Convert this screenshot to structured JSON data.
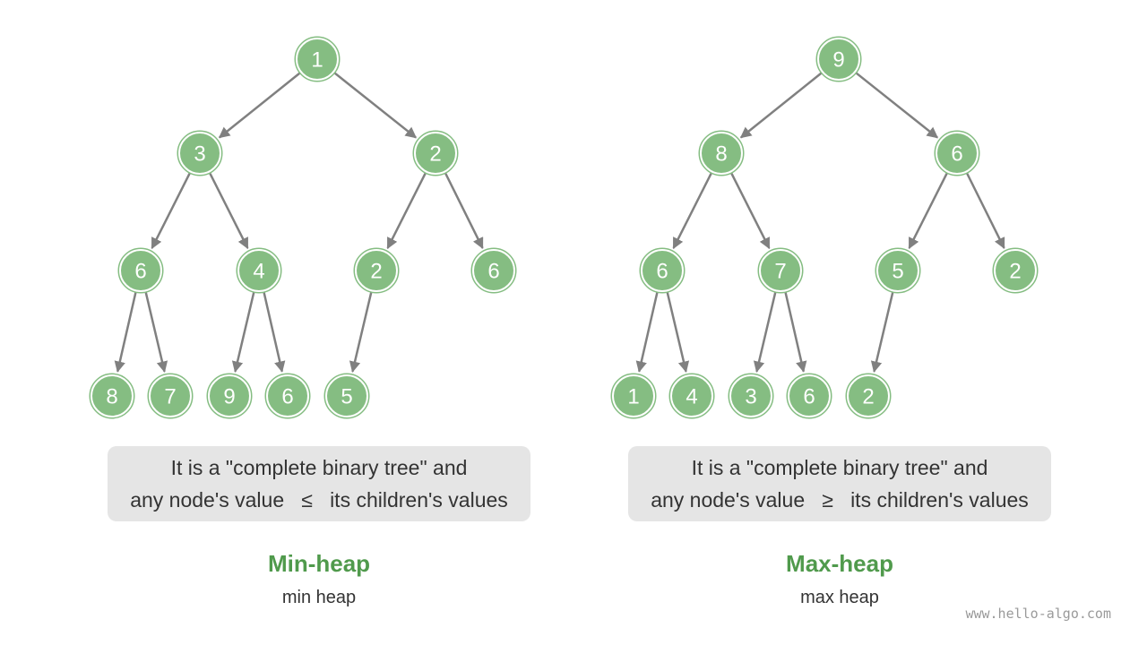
{
  "colors": {
    "node_fill": "#85bd82",
    "edge": "#808080",
    "title": "#509a4c",
    "box_bg": "#e5e5e5"
  },
  "min_heap": {
    "title": "Min-heap",
    "subtitle": "min heap",
    "description_line1": "It is a \"complete binary tree\" and",
    "description_line2": "any node's value   ≤   its children's values",
    "nodes": [
      1,
      3,
      2,
      6,
      4,
      2,
      6,
      8,
      7,
      9,
      6,
      5
    ]
  },
  "max_heap": {
    "title": "Max-heap",
    "subtitle": "max heap",
    "description_line1": "It is a \"complete binary tree\" and",
    "description_line2": "any node's value   ≥   its children's values",
    "nodes": [
      9,
      8,
      6,
      6,
      7,
      5,
      2,
      1,
      4,
      3,
      6,
      2
    ]
  },
  "watermark": "www.hello-algo.com"
}
